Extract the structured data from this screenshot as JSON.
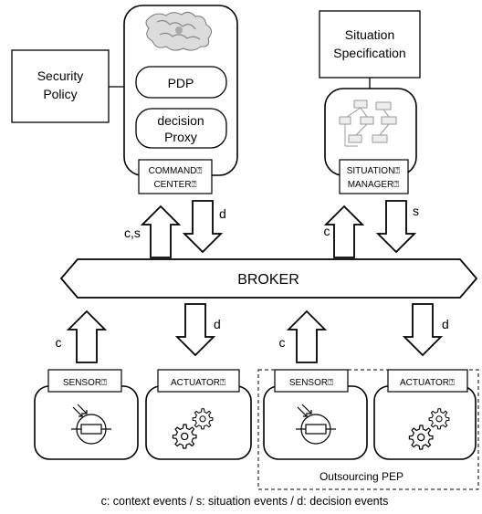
{
  "security_policy": {
    "line1": "Security",
    "line2": "Policy"
  },
  "command_center": {
    "pdp": "PDP",
    "proxy_line1": "decision",
    "proxy_line2": "Proxy",
    "tag_line1": "COMMAND⍰",
    "tag_line2": "CENTER⍰"
  },
  "situation_specification": {
    "line1": "Situation",
    "line2": "Specification"
  },
  "situation_manager": {
    "tag_line1": "SITUATION⍰",
    "tag_line2": "MANAGER⍰"
  },
  "arrows": {
    "cc_up": "c,s",
    "cc_down": "d",
    "sm_up": "c",
    "sm_down": "s",
    "sensor1_up": "c",
    "actuator1_down": "d",
    "sensor2_up": "c",
    "actuator2_down": "d"
  },
  "broker": "BROKER",
  "sensor_1": {
    "tag": "SENSOR⍰"
  },
  "actuator_1": {
    "tag": "ACTUATOR⍰"
  },
  "sensor_2": {
    "tag": "SENSOR⍰"
  },
  "actuator_2": {
    "tag": "ACTUATOR⍰"
  },
  "outsourcing_pep": "Outsourcing PEP",
  "legend": "c: context events / s: situation events / d: decision events"
}
